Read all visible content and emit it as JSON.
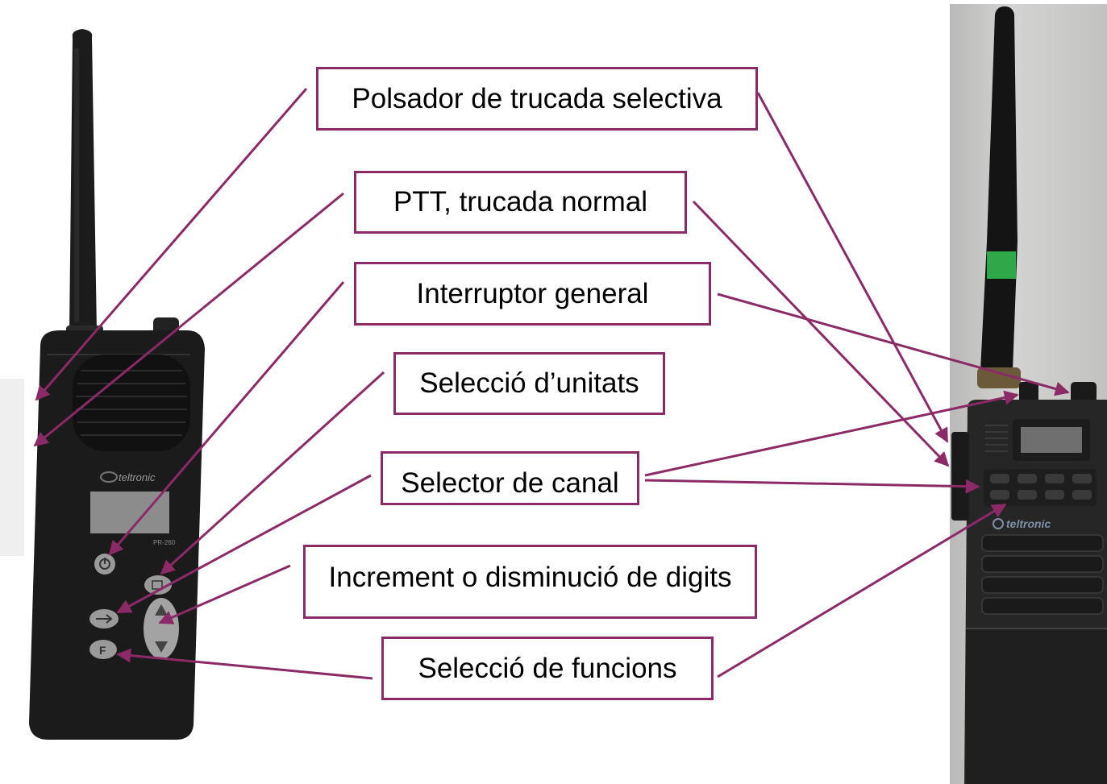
{
  "colors": {
    "accent": "#8b2a66",
    "left_radio": "#1b1b1b",
    "right_radio": "#262626",
    "antenna_band": "#2fa84a",
    "wall": "#c8c8c6"
  },
  "left_radio": {
    "brand": "teltronic",
    "model": "PR-260",
    "key_function_glyph": "F"
  },
  "right_radio": {
    "brand": "teltronic"
  },
  "labels": [
    "Polsador de trucada selectiva",
    "PTT, trucada normal",
    "Interruptor general",
    "Selecció d’unitats",
    "Selector de canal",
    "Increment o disminució de digits",
    "Selecció de funcions"
  ]
}
